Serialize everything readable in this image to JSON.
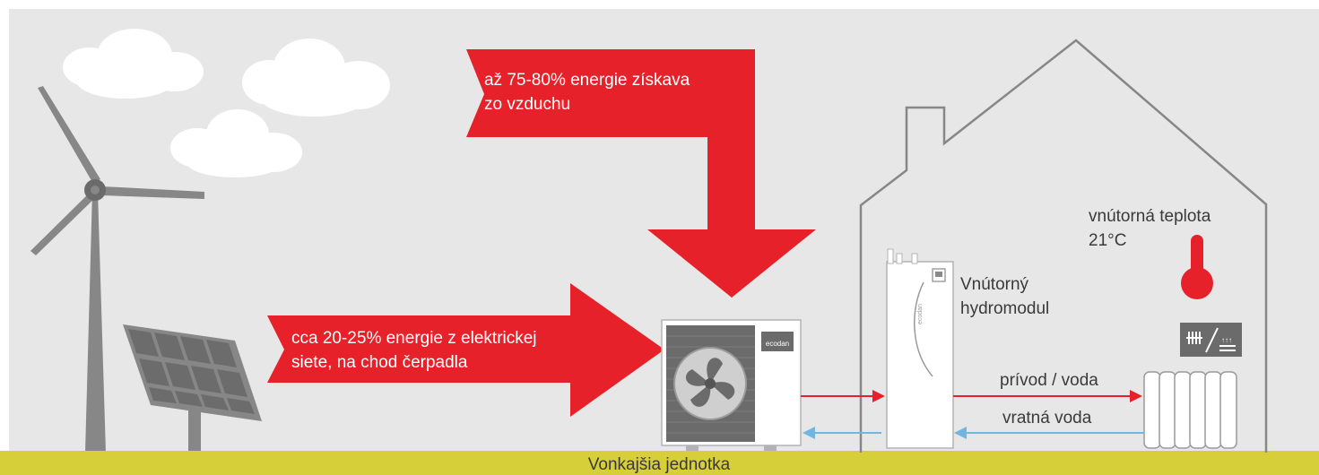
{
  "air_energy": {
    "line1": "až 75-80% energie získava",
    "line2": "zo vzduchu"
  },
  "electric_energy": {
    "line1": "cca 20-25% energie z elektrickej",
    "line2": "siete, na chod čerpadla"
  },
  "indoor_temp": {
    "line1": "vnútorná teplota",
    "line2": "21°C"
  },
  "hydromodule": {
    "line1": "Vnútorný",
    "line2": "hydromodul",
    "brand": "ecodan"
  },
  "outdoor_unit": {
    "brand": "ecodan"
  },
  "flows": {
    "supply": "prívod / voda",
    "return": "vratná voda"
  },
  "ground": {
    "label": "Vonkajšia jednotka"
  },
  "colors": {
    "sky": "#e7e7e7",
    "ground": "#d6cf3a",
    "accent_red": "#e62129",
    "return_blue": "#6fb7e0",
    "structure_gray": "#878787"
  }
}
